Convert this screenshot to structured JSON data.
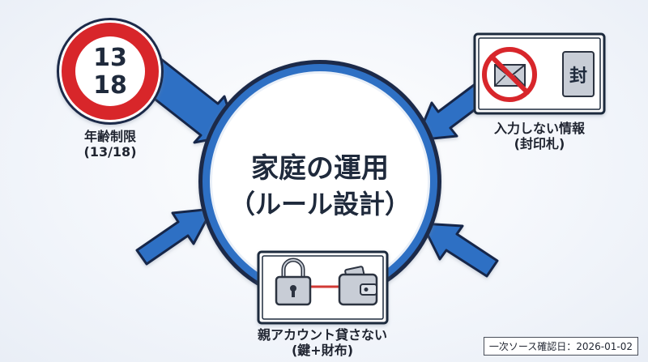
{
  "center": {
    "line1": "家庭の運用",
    "line2": "（ルール設計）"
  },
  "age_sign": {
    "top": "13",
    "bottom": "18"
  },
  "age_caption": {
    "line1": "年齢制限",
    "line2": "(13/18)"
  },
  "seal": {
    "glyph": "封"
  },
  "sealed_caption": {
    "line1": "入力しない情報",
    "line2": "(封印札)"
  },
  "lock_caption": {
    "line1": "親アカウント貸さない",
    "line2": "(鍵+財布)"
  },
  "footer": {
    "date_text": "一次ソース確認日：2026-01-02"
  },
  "colors": {
    "arrow": "#2f6fc4",
    "circle": "#2f6fc4",
    "sign_red": "#d8262b",
    "lock_link": "#d23a35"
  },
  "icons": [
    "age-limit-sign",
    "no-mail-icon",
    "seal-tag-icon",
    "padlock-icon",
    "wallet-icon"
  ]
}
